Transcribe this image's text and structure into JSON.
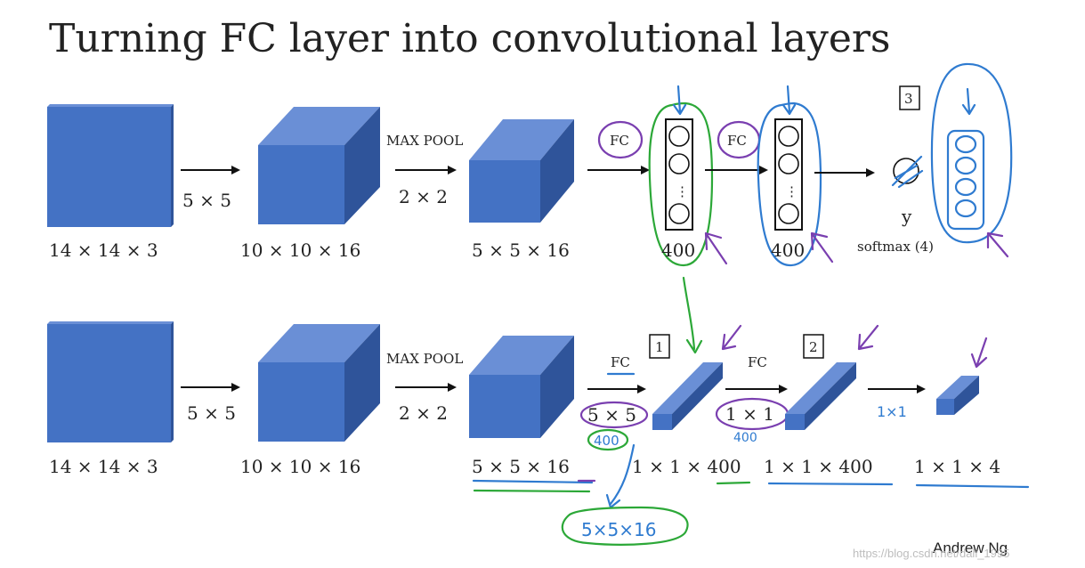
{
  "title": "Turning FC layer into convolutional layers",
  "colors": {
    "block_front": "#4472c4",
    "block_top": "#6a8fd6",
    "block_side": "#2f549a",
    "hand_green": "#2ca838",
    "hand_blue": "#2f7bd0",
    "hand_purple": "#7a3fb0"
  },
  "top_row": {
    "dims": [
      "14 × 14 × 3",
      "10 × 10 × 16",
      "5 × 5 × 16",
      "400",
      "400"
    ],
    "filter1": "5 × 5",
    "maxpool_label": "MAX POOL",
    "pool_size": "2 × 2",
    "fc_label_1": "FC",
    "fc_label_2": "FC",
    "ellipsis": "⋮",
    "output_symbol": "y",
    "output_label": "softmax (4)",
    "box_label": "3"
  },
  "bottom_row": {
    "dims": [
      "14 × 14 × 3",
      "10 × 10 × 16",
      "5 × 5 × 16",
      "1 × 1 × 400",
      "1 × 1 × 400",
      "1 × 1 × 4"
    ],
    "filter1": "5 × 5",
    "maxpool_label": "MAX POOL",
    "pool_size": "2 × 2",
    "fc_label_1": "FC",
    "fc_label_2": "FC",
    "filter_fc1": "5 × 5",
    "filter_fc2": "1 × 1",
    "box_label_1": "1",
    "box_label_2": "2"
  },
  "annotations": {
    "n400_a": "400",
    "n400_b": "400",
    "n1x1": "1×1",
    "n5x5x16": "5×5×16"
  },
  "footer": {
    "author": "Andrew Ng",
    "watermark": "https://blog.csdn.net/dali_1995"
  }
}
